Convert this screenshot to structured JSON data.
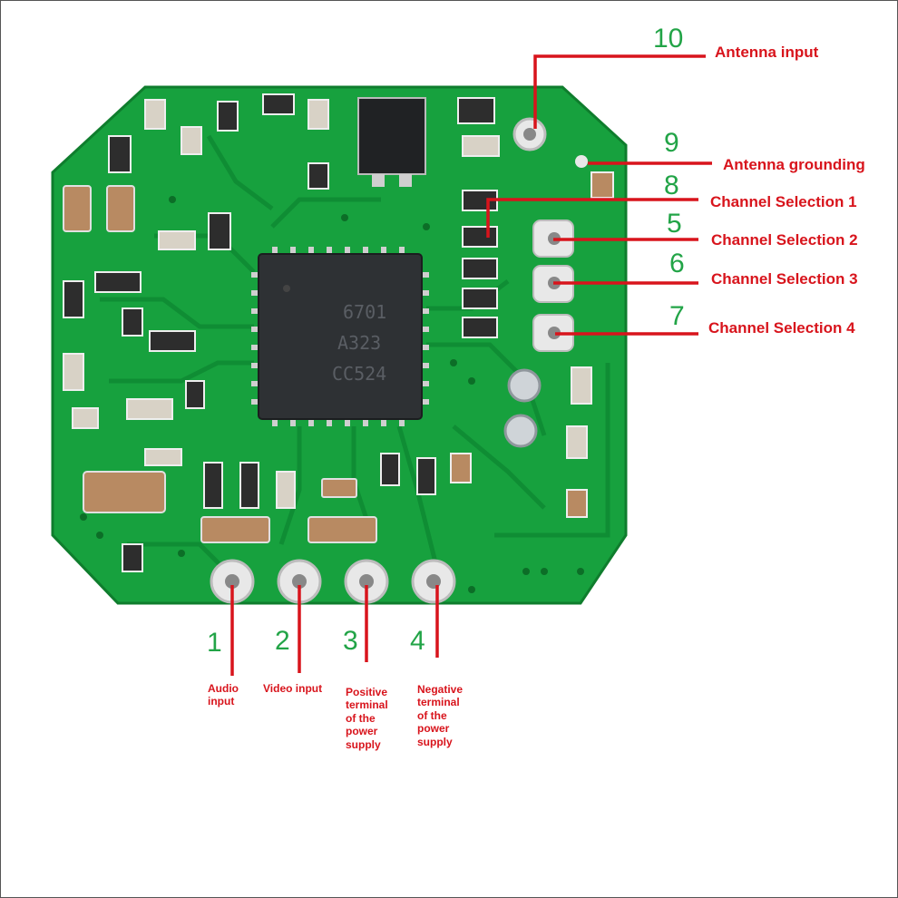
{
  "chip": {
    "line1": "6701",
    "line2": "A323",
    "line3": "CC524"
  },
  "pins": {
    "p1": {
      "number": "1",
      "label_lines": [
        "Audio",
        "input"
      ]
    },
    "p2": {
      "number": "2",
      "label": "Video input"
    },
    "p3": {
      "number": "3",
      "label_lines": [
        "Positive",
        "terminal",
        "of the",
        "power",
        "supply"
      ]
    },
    "p4": {
      "number": "4",
      "label_lines": [
        "Negative",
        "terminal",
        "of the",
        "power",
        "supply"
      ]
    },
    "p5": {
      "number": "5",
      "label": "Channel Selection 2"
    },
    "p6": {
      "number": "6",
      "label": "Channel Selection 3"
    },
    "p7": {
      "number": "7",
      "label": "Channel Selection 4"
    },
    "p8": {
      "number": "8",
      "label": "Channel Selection 1"
    },
    "p9": {
      "number": "9",
      "label": "Antenna grounding"
    },
    "p10": {
      "number": "10",
      "label": "Antenna input"
    }
  },
  "colors": {
    "pcb": "#17a13e",
    "label_red": "#d8141c",
    "number_green": "#22a447",
    "chip": "#2e3134"
  }
}
